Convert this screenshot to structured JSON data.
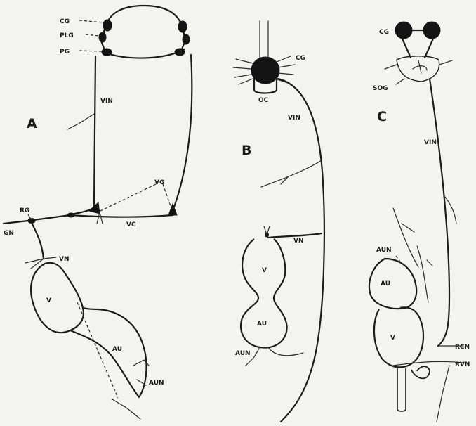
{
  "panels": [
    {
      "id": "A",
      "letter": "A",
      "labels": {
        "cg": "CG",
        "plg": "PLG",
        "pg": "PG",
        "vin": "VIN",
        "vg": "VG",
        "rg": "RG",
        "gn": "GN",
        "vc": "VC",
        "vn": "VN",
        "v": "V",
        "au": "AU",
        "aun": "AUN"
      }
    },
    {
      "id": "B",
      "letter": "B",
      "labels": {
        "cg": "CG",
        "oc": "OC",
        "vin": "VIN",
        "vn": "VN",
        "v": "V",
        "au": "AU",
        "aun": "AUN"
      }
    },
    {
      "id": "C",
      "letter": "C",
      "labels": {
        "cg": "CG",
        "sog": "SOG",
        "vin": "VIN",
        "aun": "AUN",
        "au": "AU",
        "v": "V",
        "rcn": "RCN",
        "rvn": "RVN"
      }
    }
  ],
  "colors": {
    "ink": "#1c1c1c",
    "paper": "#f3f3f1"
  }
}
